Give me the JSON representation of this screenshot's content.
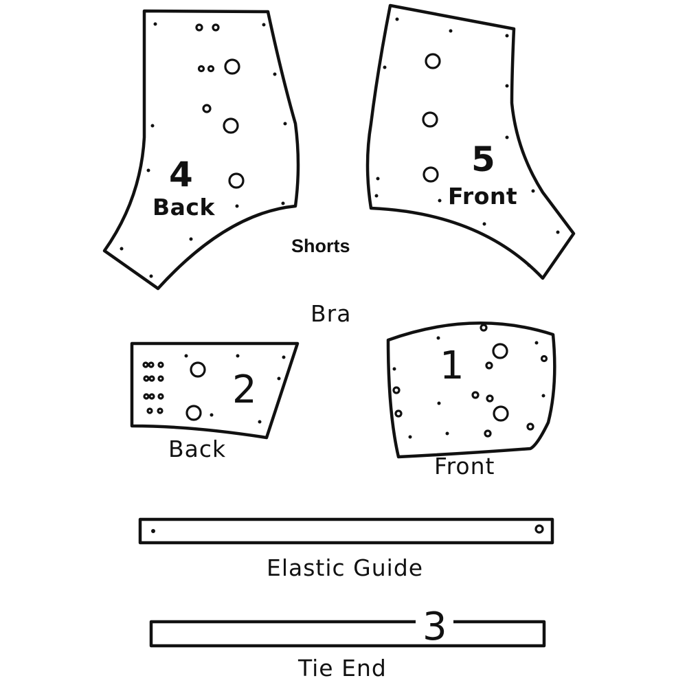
{
  "sections": {
    "shorts": "Shorts",
    "bra": "Bra"
  },
  "pieces": {
    "shorts_back": {
      "number": "4",
      "label": "Back"
    },
    "shorts_front": {
      "number": "5",
      "label": "Front"
    },
    "bra_back": {
      "number": "2",
      "label": "Back"
    },
    "bra_front": {
      "number": "1",
      "label": "Front"
    },
    "elastic_guide": {
      "label": "Elastic Guide"
    },
    "tie_end": {
      "number": "3",
      "label": "Tie End"
    }
  }
}
